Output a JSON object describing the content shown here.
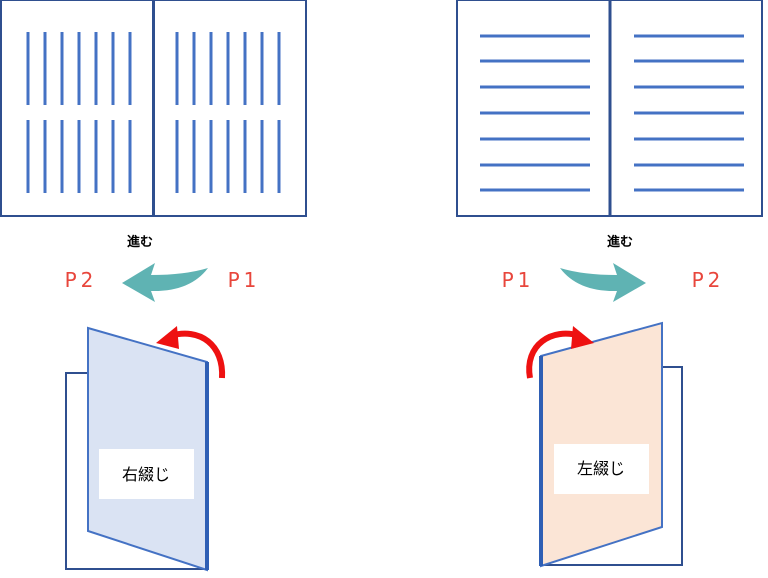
{
  "left": {
    "direction_label": "進む",
    "from_page": "P 1",
    "to_page": "P 2",
    "binding_label": "右綴じ",
    "page_fill": "#dae3f3",
    "arrow_color": "#5fb3b3"
  },
  "right": {
    "direction_label": "進む",
    "from_page": "P 1",
    "to_page": "P 2",
    "binding_label": "左綴じ",
    "page_fill": "#fbe5d6",
    "arrow_color": "#5fb3b3"
  },
  "colors": {
    "line": "#4472c4",
    "frame": "#2f4f8f",
    "page_label": "#e8463c",
    "curl_arrow": "#ee1111"
  }
}
